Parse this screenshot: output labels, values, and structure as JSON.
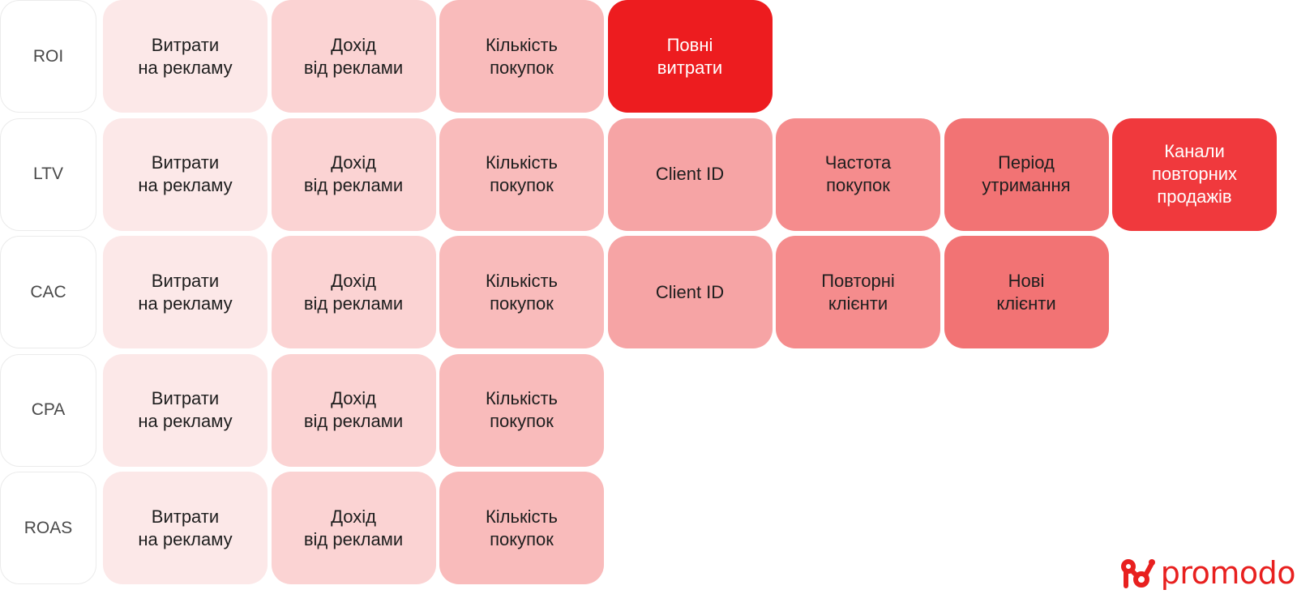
{
  "rows": [
    {
      "metric": "ROI",
      "cells": [
        {
          "text": "Витрати\nна рекламу",
          "tone": "c1"
        },
        {
          "text": "Дохід\nвід реклами",
          "tone": "c2"
        },
        {
          "text": "Кількість\nпокупок",
          "tone": "c3"
        },
        {
          "text": "Повні\nвитрати",
          "tone": "c8"
        }
      ]
    },
    {
      "metric": "LTV",
      "cells": [
        {
          "text": "Витрати\nна рекламу",
          "tone": "c1"
        },
        {
          "text": "Дохід\nвід реклами",
          "tone": "c2"
        },
        {
          "text": "Кількість\nпокупок",
          "tone": "c3"
        },
        {
          "text": "Client ID",
          "tone": "c4"
        },
        {
          "text": "Частота\nпокупок",
          "tone": "c5"
        },
        {
          "text": "Період\nутримання",
          "tone": "c6"
        },
        {
          "text": "Канали\nповторних\nпродажів",
          "tone": "c7"
        }
      ]
    },
    {
      "metric": "CAC",
      "cells": [
        {
          "text": "Витрати\nна рекламу",
          "tone": "c1"
        },
        {
          "text": "Дохід\nвід реклами",
          "tone": "c2"
        },
        {
          "text": "Кількість\nпокупок",
          "tone": "c3"
        },
        {
          "text": "Client ID",
          "tone": "c4"
        },
        {
          "text": "Повторні\nклієнти",
          "tone": "c5"
        },
        {
          "text": "Нові\nклієнти",
          "tone": "c6"
        }
      ]
    },
    {
      "metric": "CPA",
      "cells": [
        {
          "text": "Витрати\nна рекламу",
          "tone": "c1"
        },
        {
          "text": "Дохід\nвід реклами",
          "tone": "c2"
        },
        {
          "text": "Кількість\nпокупок",
          "tone": "c3"
        }
      ]
    },
    {
      "metric": "ROAS",
      "cells": [
        {
          "text": "Витрати\nна рекламу",
          "tone": "c1"
        },
        {
          "text": "Дохід\nвід реклами",
          "tone": "c2"
        },
        {
          "text": "Кількість\nпокупок",
          "tone": "c3"
        }
      ]
    }
  ],
  "colors": {
    "c1": "#fce8e8",
    "c2": "#fbd3d3",
    "c3": "#f9bbbb",
    "c4": "#f6a4a5",
    "c5": "#f58c8d",
    "c6": "#f27374",
    "c7": "#f0393d",
    "c8": "#ed1c1f",
    "brand": "#e8201f"
  },
  "logo": {
    "text": "promodo",
    "icon": "promodo-molecule-logo-icon"
  }
}
